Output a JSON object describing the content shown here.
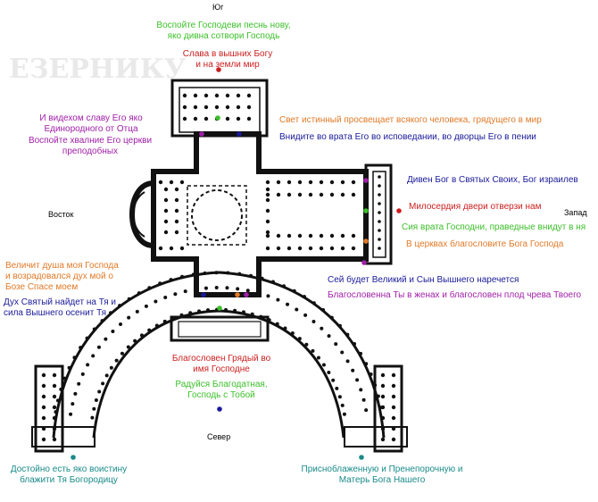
{
  "colors": {
    "green": "#3cbf2a",
    "red": "#cc1f1f",
    "purple": "#a020a8",
    "blue": "#1a1a9a",
    "orange": "#e07a28",
    "teal": "#1a8a8a",
    "plan": "#111111"
  },
  "directions": {
    "south": "Юг",
    "north": "Север",
    "east": "Восток",
    "west": "Запад"
  },
  "labels": {
    "south_green": "Воспойте Господеви песнь нову,\nяко дивна сотвори Господь",
    "south_red": "Слава в вышних Богу\nи на земли мир",
    "svet_orange": "Свет истинный просвещает всякого человека, грядущего в мир",
    "vnidite_blue": "Внидите во врата Его во исповедании, во дворцы Его в пении",
    "videhom_purple": "И видехом славу Его яко\nЕдинородного от Отца",
    "vospoite_purple": "Воспойте хвалние Его церкви\nпреподобных",
    "diven_purple": "Дивен Бог в Святых Своих, Бог израилев",
    "miloserdia_red": "Милосердия двери отверзи нам",
    "sia_green": "Сия врата Господни, праведные внидут в ня",
    "vcerkvah_orange": "В церквах благословите Бога Господа",
    "velichit_orange": "Величит душа моя Господа\nи возрадовался дух мой о\nБозе Спасе моем",
    "duh_blue": "Дух Святый найдет на Тя и\nсила Вышнего осенит Тя",
    "sei_blue": "Сей будет Великий и Сын Вышнего наречется",
    "blagoslovenna_purple": "Благословенна Ты в женах и благословен плод чрева Твоего",
    "gryadyi_red": "Благословен Грядый во\nимя Господне",
    "raduisia_green": "Радуйся Благодатная,\nГосподь с Тобой",
    "dostoino_teal": "Достойно есть яко воистину\nблажити Тя Богородицу",
    "prisno_teal": "Присноблаженную и Пренепорочную и\nМатерь Бога Нашего"
  }
}
